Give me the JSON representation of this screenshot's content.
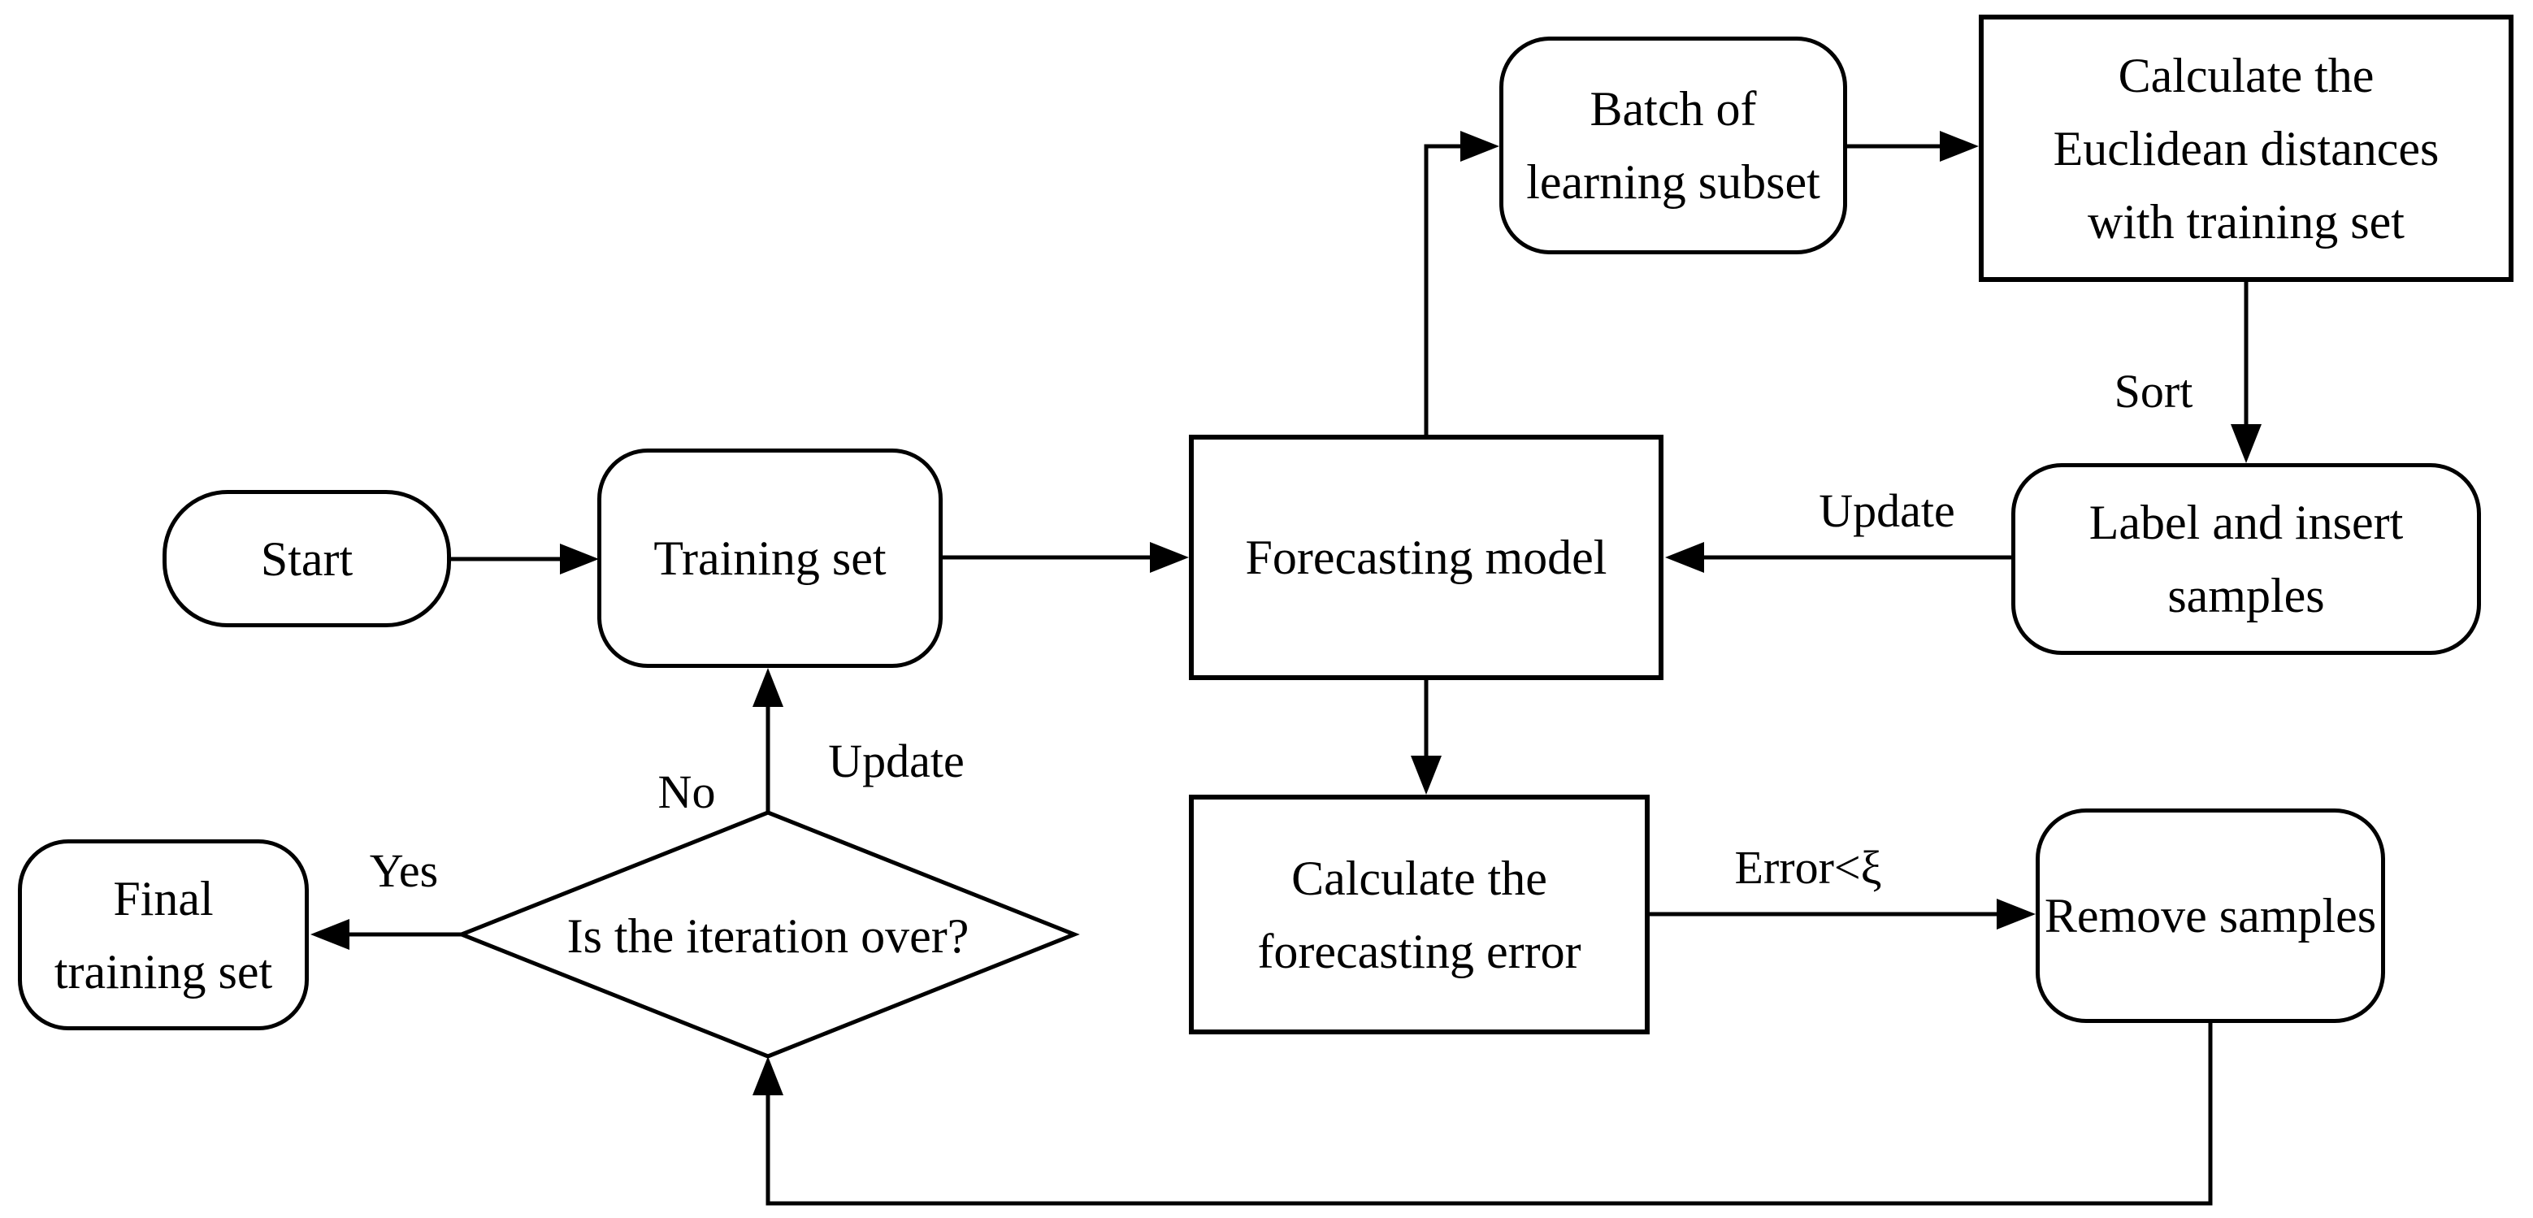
{
  "flowchart": {
    "nodes": {
      "start": {
        "label": "Start",
        "shape": "stadium"
      },
      "training_set": {
        "label": "Training set",
        "shape": "rounded"
      },
      "forecasting_model": {
        "label": "Forecasting model",
        "shape": "rect"
      },
      "batch_subset": {
        "label": "Batch of\nlearning subset",
        "shape": "rounded"
      },
      "euclidean_distances": {
        "label": "Calculate the\nEuclidean distances\nwith training set",
        "shape": "rect"
      },
      "label_insert": {
        "label": "Label and insert\nsamples",
        "shape": "rounded"
      },
      "forecast_error": {
        "label": "Calculate the\nforecasting error",
        "shape": "rect"
      },
      "remove_samples": {
        "label": "Remove samples",
        "shape": "rounded"
      },
      "decision": {
        "label": "Is the iteration over?",
        "shape": "diamond"
      },
      "final_training_set": {
        "label": "Final\ntraining set",
        "shape": "rounded"
      }
    },
    "edge_labels": {
      "sort": "Sort",
      "update_model": "Update",
      "update_training": "Update",
      "no": "No",
      "yes": "Yes",
      "error_condition": "Error<ξ"
    },
    "colors": {
      "stroke": "#000000",
      "background": "#ffffff",
      "text": "#000000"
    }
  }
}
